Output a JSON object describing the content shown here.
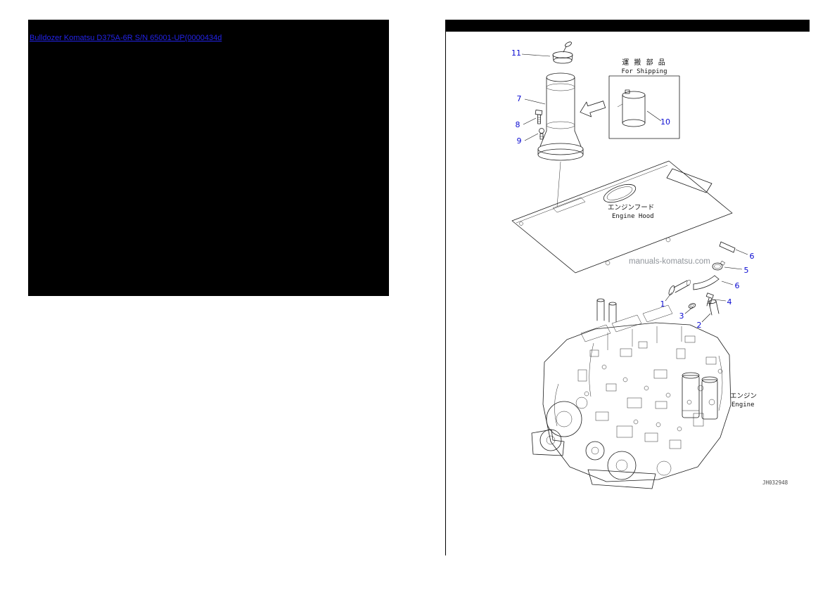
{
  "page": {
    "title_link": "Bulldozer Komatsu D375A-6R S/N 65001-UP(0000434d"
  },
  "diagram": {
    "shipping_box": {
      "label_jp": "運 搬 部 品",
      "label_en": "For Shipping"
    },
    "hood": {
      "label_jp": "エンジンフード",
      "label_en": "Engine Hood"
    },
    "engine": {
      "label_jp": "エンジン",
      "label_en": "Engine"
    },
    "watermark": "manuals-komatsu.com",
    "drawing_number": "JH032948",
    "callouts": [
      {
        "part": "cap",
        "label": "11"
      },
      {
        "part": "air-cleaner",
        "label": "7"
      },
      {
        "part": "bolt",
        "label": "8"
      },
      {
        "part": "washer",
        "label": "9"
      },
      {
        "part": "shipping-part",
        "label": "10"
      },
      {
        "part": "tube-upper",
        "label": "6"
      },
      {
        "part": "clamp",
        "label": "5"
      },
      {
        "part": "tube-lower",
        "label": "6"
      },
      {
        "part": "connector-pipe",
        "label": "1"
      },
      {
        "part": "bolt-small",
        "label": "4"
      },
      {
        "part": "joint",
        "label": "3"
      },
      {
        "part": "elbow",
        "label": "2"
      }
    ],
    "colors": {
      "callout": "#0a0ad2",
      "link": "#2323e8",
      "line": "#1a1a1a"
    }
  }
}
